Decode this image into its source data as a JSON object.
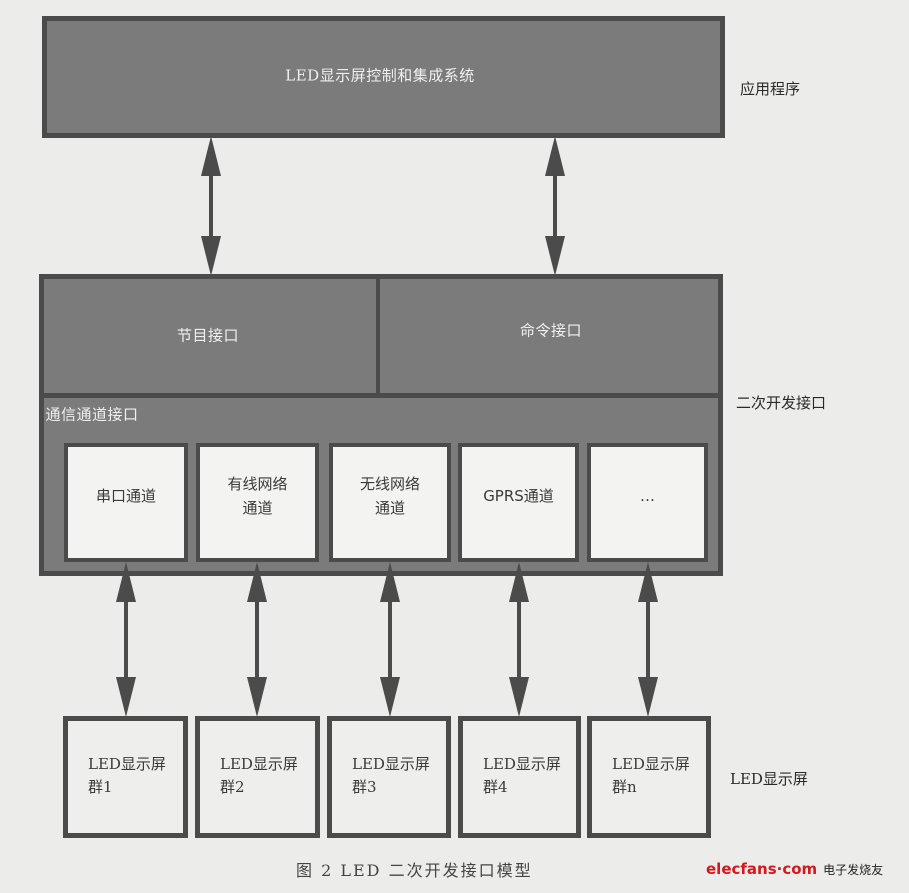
{
  "diagram": {
    "top_box": {
      "label": "LED显示屏控制和集成系统"
    },
    "layer_labels": {
      "application": "应用程序",
      "secondary_dev_interface": "二次开发接口",
      "led_display": "LED显示屏"
    },
    "interfaces": {
      "program_interface": "节目接口",
      "command_interface": "命令接口",
      "comm_channel_interface": "通信通道接口"
    },
    "channels": [
      {
        "label": "串口通道"
      },
      {
        "label": "有线网络\n通道"
      },
      {
        "label": "无线网络\n通道"
      },
      {
        "label": "GPRS通道"
      },
      {
        "label": "…"
      }
    ],
    "led_groups": [
      {
        "label": "LED显示屏\n  群1"
      },
      {
        "label": "LED显示屏\n  群2"
      },
      {
        "label": "LED显示屏\n  群3"
      },
      {
        "label": "LED显示屏\n  群4"
      },
      {
        "label": "LED显示屏\n  群n"
      }
    ],
    "connections": [
      {
        "from": "LED显示屏控制和集成系统",
        "to": "节目接口",
        "type": "bidirectional"
      },
      {
        "from": "LED显示屏控制和集成系统",
        "to": "命令接口",
        "type": "bidirectional"
      },
      {
        "from": "串口通道",
        "to": "LED显示屏群1",
        "type": "bidirectional"
      },
      {
        "from": "有线网络通道",
        "to": "LED显示屏群2",
        "type": "bidirectional"
      },
      {
        "from": "无线网络通道",
        "to": "LED显示屏群3",
        "type": "bidirectional"
      },
      {
        "from": "GPRS通道",
        "to": "LED显示屏群4",
        "type": "bidirectional"
      },
      {
        "from": "…",
        "to": "LED显示屏群n",
        "type": "bidirectional"
      }
    ]
  },
  "caption": "图 2  LED 二次开发接口模型",
  "watermark": {
    "brand": "elecfans·com",
    "cn": "电子发烧友"
  },
  "colors": {
    "box_fill": "#7b7b7b",
    "box_border": "#4b4b4b",
    "inner_box_fill": "#f3f3f1",
    "watermark_red": "#d4181f"
  }
}
